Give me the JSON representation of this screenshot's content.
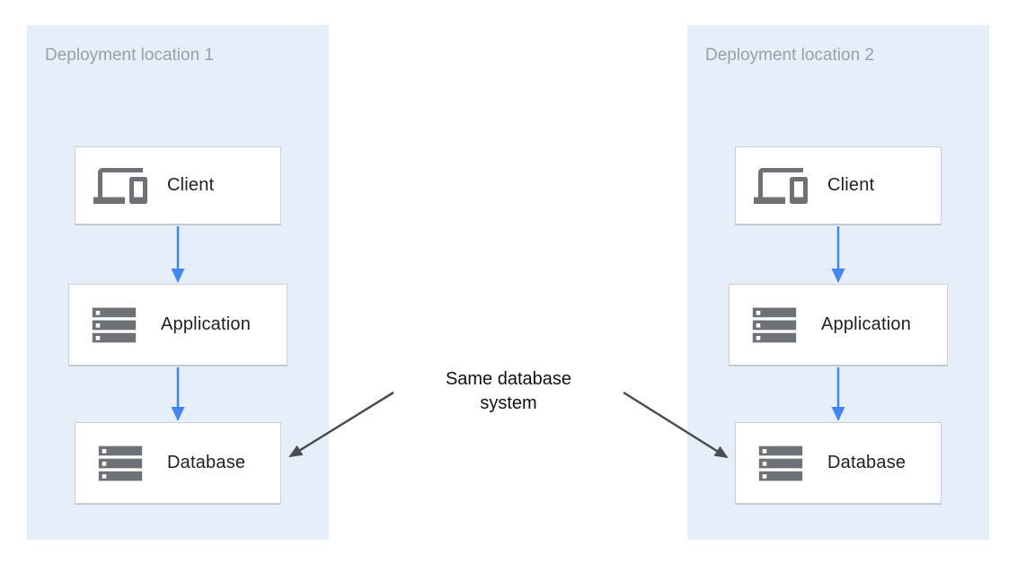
{
  "diagram": {
    "panels": [
      {
        "title": "Deployment location 1",
        "nodes": [
          {
            "label": "Client",
            "icon": "devices-icon"
          },
          {
            "label": "Application",
            "icon": "server-stack-icon"
          },
          {
            "label": "Database",
            "icon": "server-stack-icon"
          }
        ]
      },
      {
        "title": "Deployment location 2",
        "nodes": [
          {
            "label": "Client",
            "icon": "devices-icon"
          },
          {
            "label": "Application",
            "icon": "server-stack-icon"
          },
          {
            "label": "Database",
            "icon": "server-stack-icon"
          }
        ]
      }
    ],
    "annotation": {
      "line1": "Same database",
      "line2": "system"
    },
    "colors": {
      "panel_background": "#e6eef9",
      "flow_arrow_blue": "#4285f4",
      "annotation_arrow_dark": "#4a4e52",
      "box_border": "#ccd1d6",
      "panel_title_gray": "#9aa0a6",
      "icon_gray": "#6e7276",
      "node_label_dark": "#202124"
    }
  }
}
